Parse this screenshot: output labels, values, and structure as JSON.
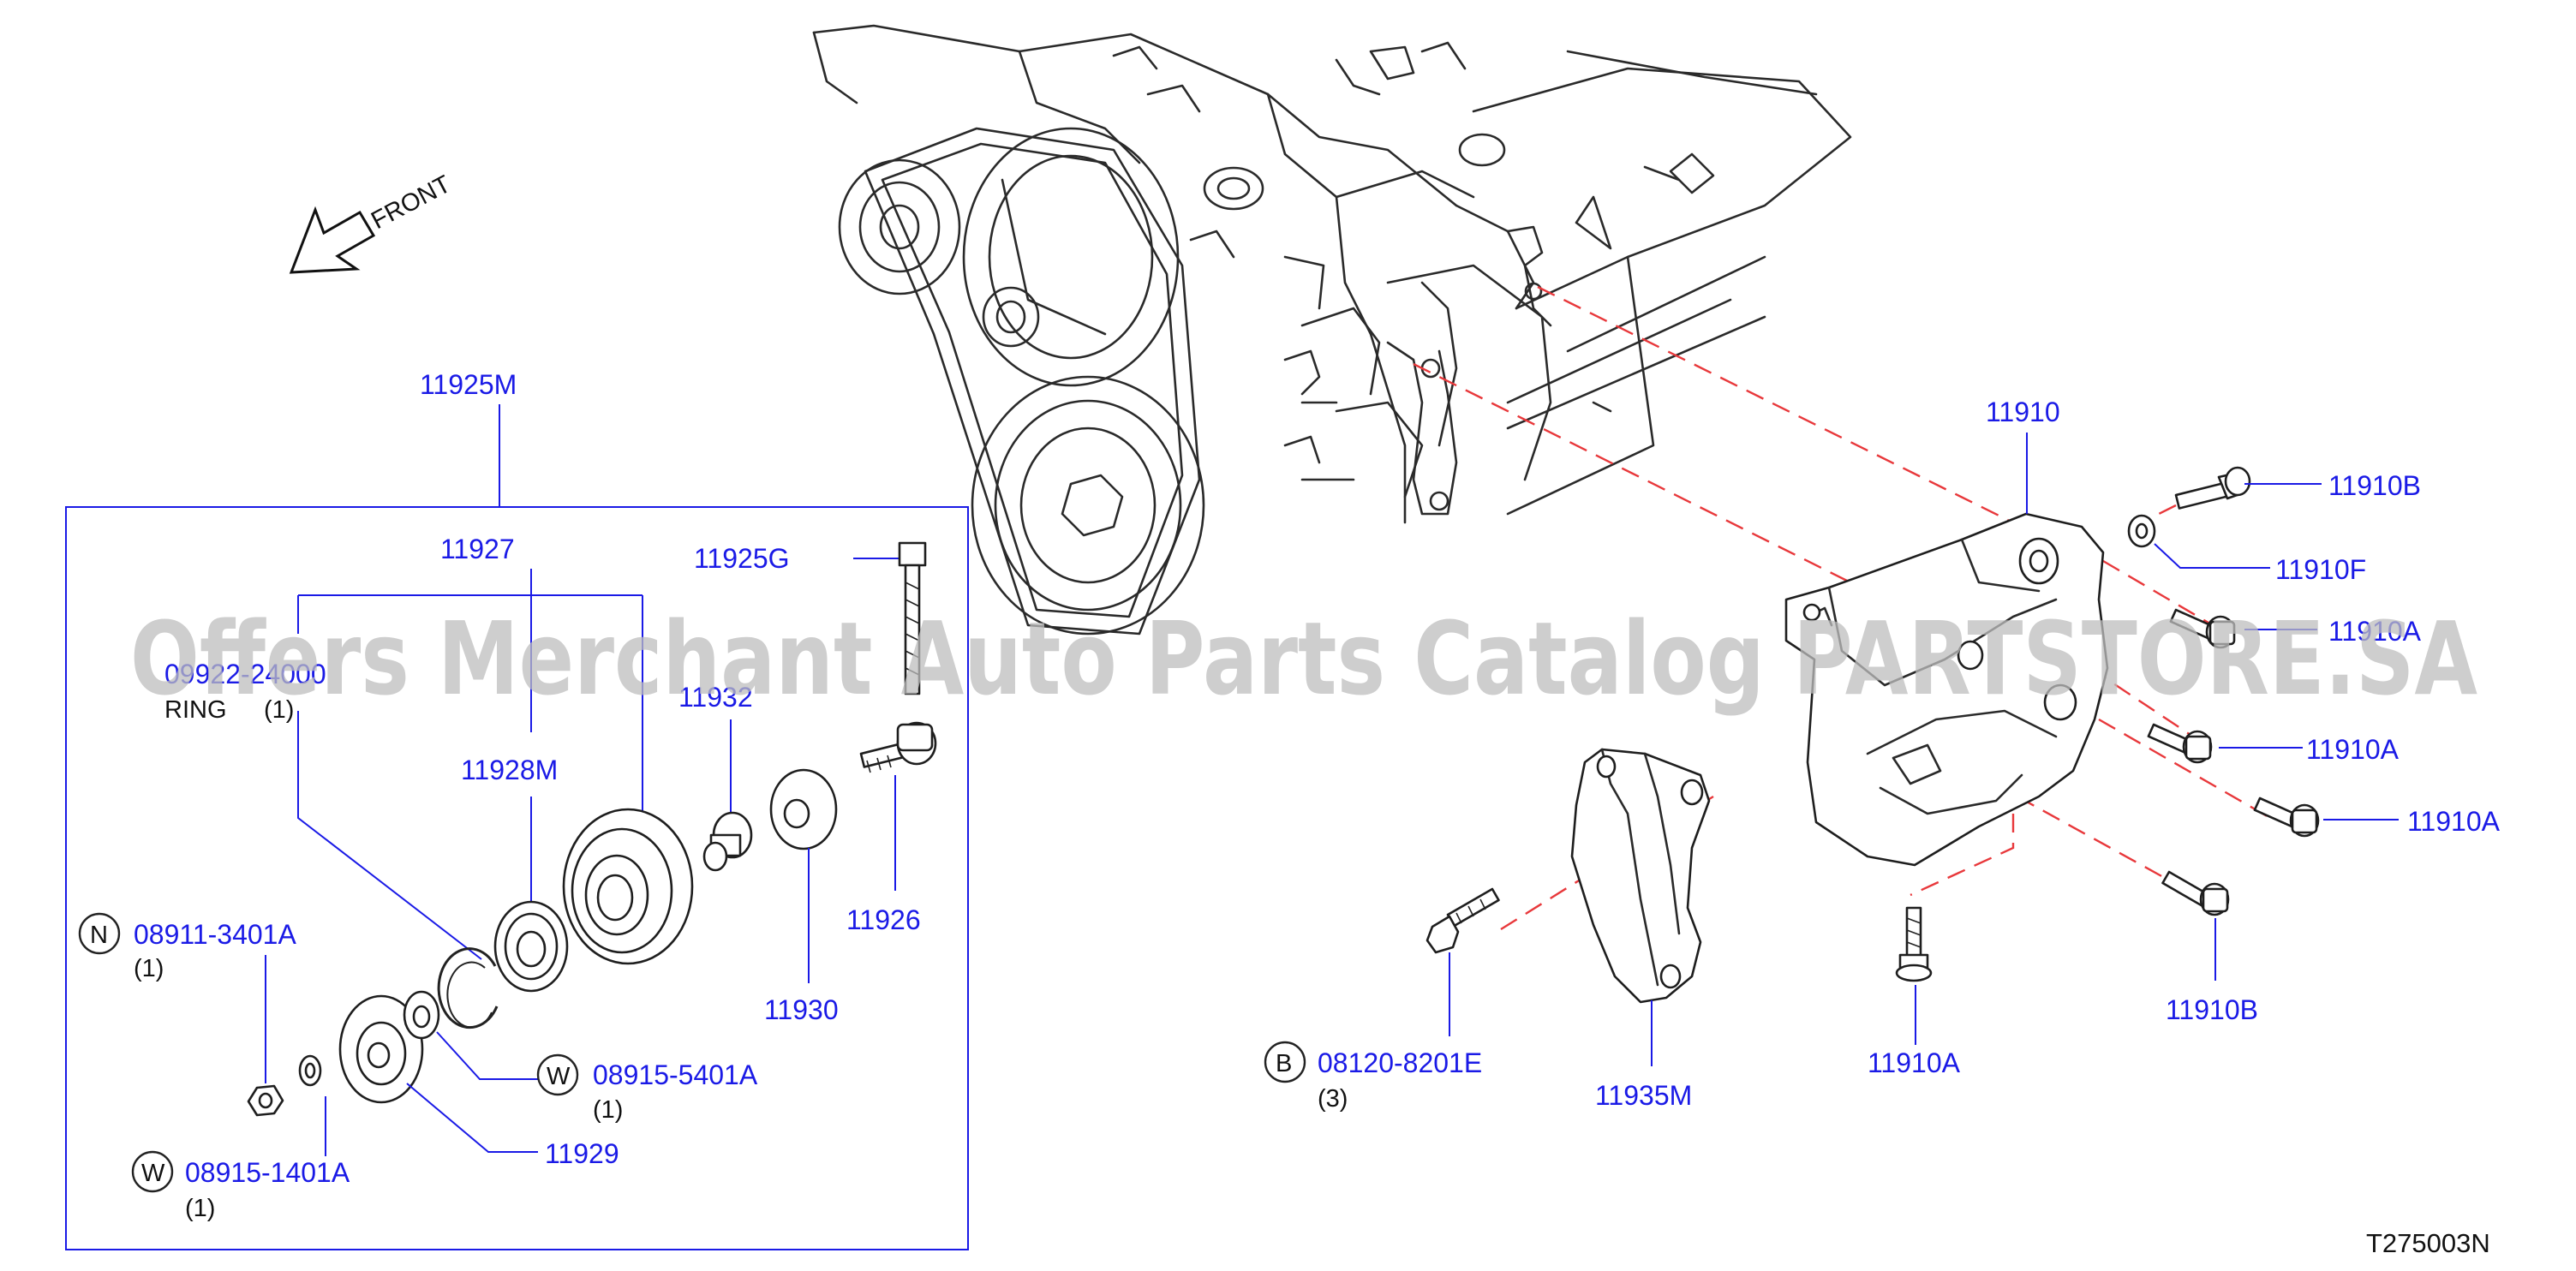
{
  "front_label": "FRONT",
  "watermark": "Offers Merchant Auto Parts Catalog PARTSTORE.SA",
  "diagram_code": "T275003N",
  "kit_label": "11925M",
  "parts": {
    "p11927": "11927",
    "p11925g": "11925G",
    "p09922": "09922-24000",
    "ring": "RING",
    "ring_qty": "(1)",
    "p11932": "11932",
    "p11928m": "11928M",
    "p11926": "11926",
    "p11930": "11930",
    "p11929": "11929",
    "p11910": "11910",
    "p11910b_top": "11910B",
    "p11910f": "11910F",
    "p11910a_1": "11910A",
    "p11910a_2": "11910A",
    "p11910a_3": "11910A",
    "p11910a_4": "11910A",
    "p11910b_bot": "11910B",
    "p11935m": "11935M"
  },
  "callouts": {
    "n": {
      "letter": "N",
      "part": "08911-3401A",
      "qty": "(1)"
    },
    "w1": {
      "letter": "W",
      "part": "08915-5401A",
      "qty": "(1)"
    },
    "w2": {
      "letter": "W",
      "part": "08915-1401A",
      "qty": "(1)"
    },
    "b": {
      "letter": "B",
      "part": "08120-8201E",
      "qty": "(3)"
    }
  },
  "colors": {
    "label_blue": "#1a1ae6",
    "dashed_red": "#e8383b",
    "watermark": "#bdbdbd"
  }
}
